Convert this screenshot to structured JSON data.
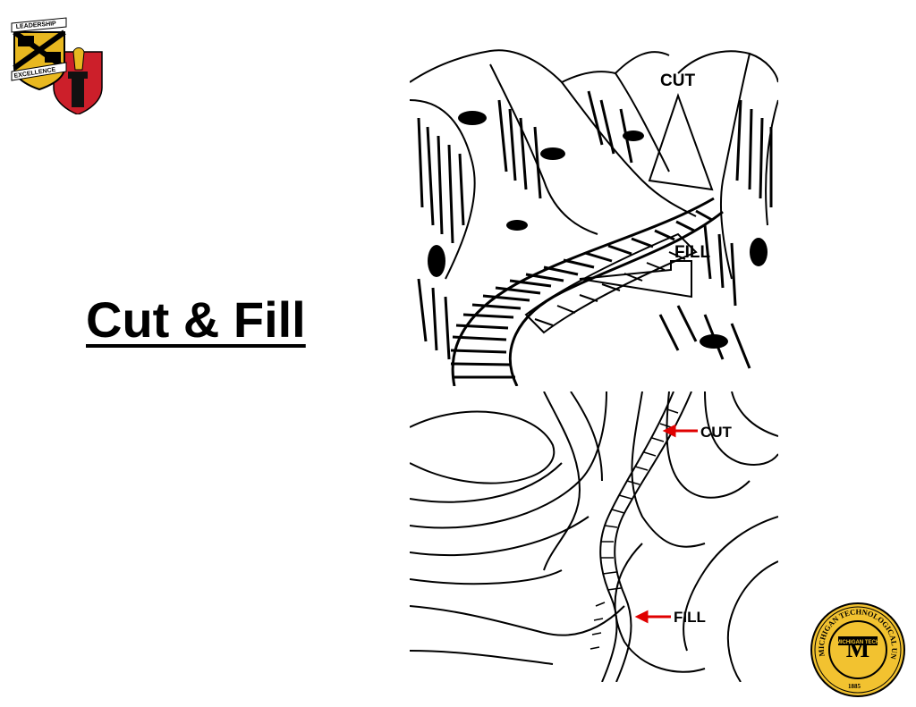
{
  "slide": {
    "title": "Cut & Fill"
  },
  "illustration_top": {
    "cut_label": "CUT",
    "fill_label": "FILL"
  },
  "illustration_bottom": {
    "cut_label": "CUT",
    "fill_label": "FILL",
    "arrow_color": "#e00000"
  },
  "logos": {
    "rotc_banner_top": "LEADERSHIP",
    "rotc_banner_bottom": "EXCELLENCE",
    "mtu_seal_text": "MICHIGAN TECHNOLOGICAL UNIVERSITY",
    "mtu_seal_year": "1885",
    "mtu_seal_center": "MICHIGAN TECH",
    "rotc_gold": "#e8b820",
    "rotc_red": "#cc1f2a",
    "mtu_gold": "#f2c230"
  }
}
